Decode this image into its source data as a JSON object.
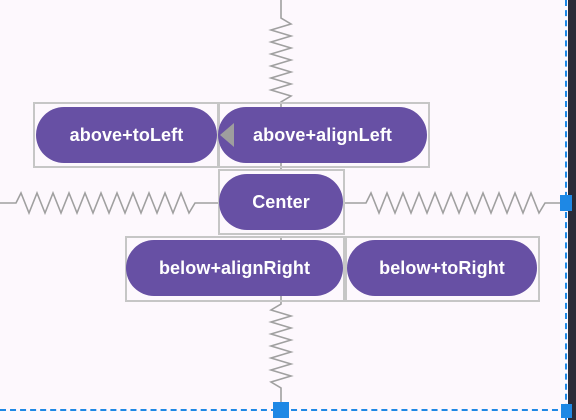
{
  "buttons": {
    "above_to_left": "above+toLeft",
    "above_align_left": "above+alignLeft",
    "center": "Center",
    "below_align_right": "below+alignRight",
    "below_to_right": "below+toRight"
  },
  "colors": {
    "button_fill": "#6750a4",
    "button_text": "#ffffff",
    "constraint_spring": "#9e9e9e",
    "bounds_outline": "#c6c6c6",
    "selection_handle": "#1e88e5",
    "canvas_background": "#fdf8fd"
  },
  "icons": {
    "constraint_anchor": "triangle-left-icon",
    "resize_handle": "square-handle-icon"
  }
}
